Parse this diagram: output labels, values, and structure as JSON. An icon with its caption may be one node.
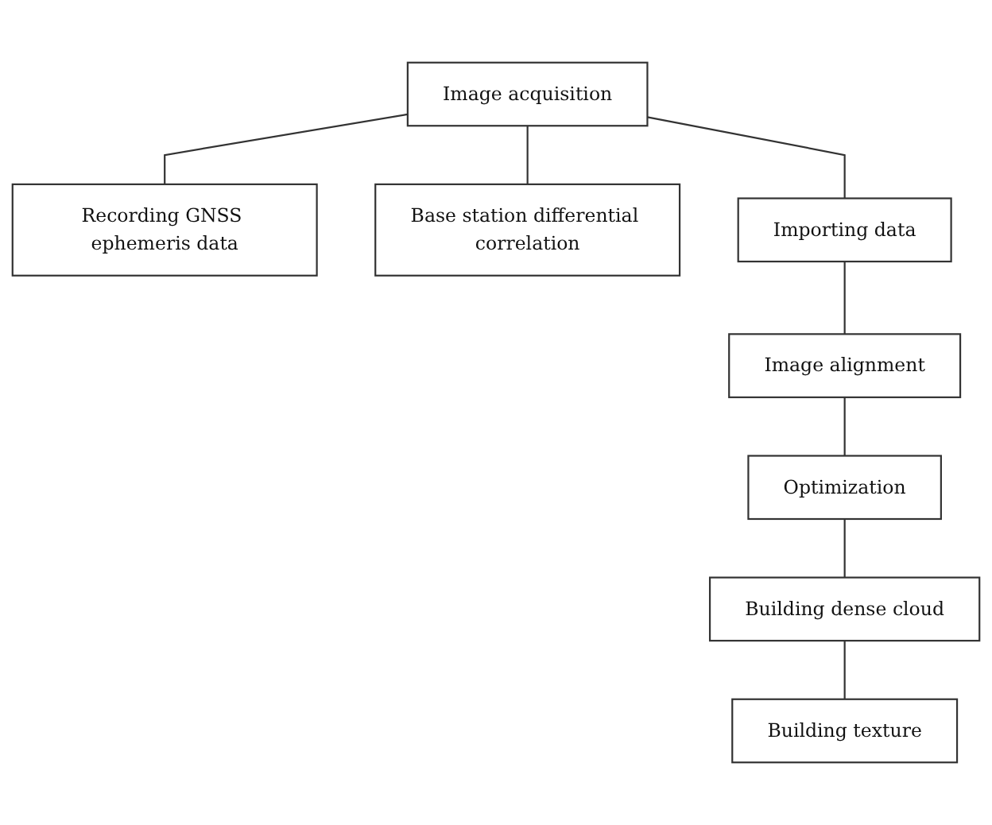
{
  "diagram": {
    "nodes": [
      {
        "text": [
          "Image acquisition"
        ]
      },
      {
        "text": [
          "Recording GNSS ephemeris data"
        ]
      },
      {
        "text": [
          "Base station differential correlation"
        ]
      },
      {
        "text": [
          "Importing data"
        ]
      },
      {
        "text": [
          "Image alignment"
        ]
      },
      {
        "text": [
          "Optimization"
        ]
      },
      {
        "text": [
          "Building dense cloud"
        ]
      },
      {
        "text": [
          "Building texture"
        ]
      }
    ],
    "edges": [
      {
        "from": 0,
        "to": 1,
        "arrow": "none"
      },
      {
        "from": 0,
        "to": 2,
        "arrow": "none"
      },
      {
        "from": 0,
        "to": 3,
        "arrow": "none"
      },
      {
        "from": 3,
        "to": 4,
        "arrow": "none"
      },
      {
        "from": 4,
        "to": 5,
        "arrow": "none"
      },
      {
        "from": 5,
        "to": 6,
        "arrow": "none"
      },
      {
        "from": 6,
        "to": 7,
        "arrow": "none"
      }
    ]
  }
}
